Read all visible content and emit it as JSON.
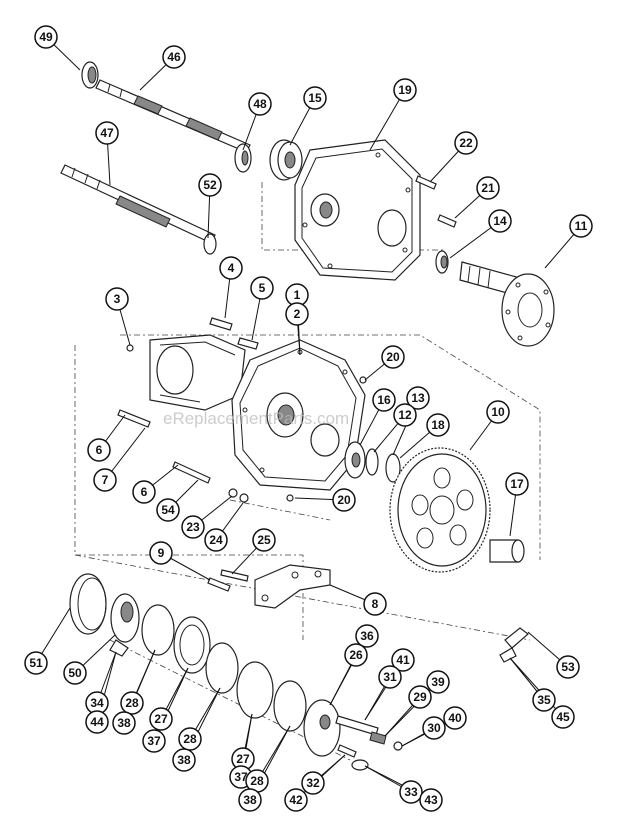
{
  "watermark": "eReplacementParts.com",
  "callouts": [
    {
      "label": "49"
    },
    {
      "label": "46"
    },
    {
      "label": "48"
    },
    {
      "label": "15"
    },
    {
      "label": "19"
    },
    {
      "label": "47"
    },
    {
      "label": "52"
    },
    {
      "label": "22"
    },
    {
      "label": "21"
    },
    {
      "label": "14"
    },
    {
      "label": "11"
    },
    {
      "label": "4"
    },
    {
      "label": "5"
    },
    {
      "label": "1"
    },
    {
      "label": "2"
    },
    {
      "label": "3"
    },
    {
      "label": "20"
    },
    {
      "label": "16"
    },
    {
      "label": "13"
    },
    {
      "label": "12"
    },
    {
      "label": "18"
    },
    {
      "label": "10"
    },
    {
      "label": "6"
    },
    {
      "label": "7"
    },
    {
      "label": "6"
    },
    {
      "label": "54"
    },
    {
      "label": "23"
    },
    {
      "label": "24"
    },
    {
      "label": "20"
    },
    {
      "label": "17"
    },
    {
      "label": "9"
    },
    {
      "label": "25"
    },
    {
      "label": "8"
    },
    {
      "label": "51"
    },
    {
      "label": "50"
    },
    {
      "label": "34"
    },
    {
      "label": "44"
    },
    {
      "label": "28"
    },
    {
      "label": "38"
    },
    {
      "label": "27"
    },
    {
      "label": "37"
    },
    {
      "label": "28"
    },
    {
      "label": "38"
    },
    {
      "label": "27"
    },
    {
      "label": "37"
    },
    {
      "label": "28"
    },
    {
      "label": "38"
    },
    {
      "label": "36"
    },
    {
      "label": "26"
    },
    {
      "label": "41"
    },
    {
      "label": "31"
    },
    {
      "label": "39"
    },
    {
      "label": "29"
    },
    {
      "label": "40"
    },
    {
      "label": "30"
    },
    {
      "label": "32"
    },
    {
      "label": "42"
    },
    {
      "label": "33"
    },
    {
      "label": "43"
    },
    {
      "label": "53"
    },
    {
      "label": "35"
    },
    {
      "label": "45"
    }
  ]
}
